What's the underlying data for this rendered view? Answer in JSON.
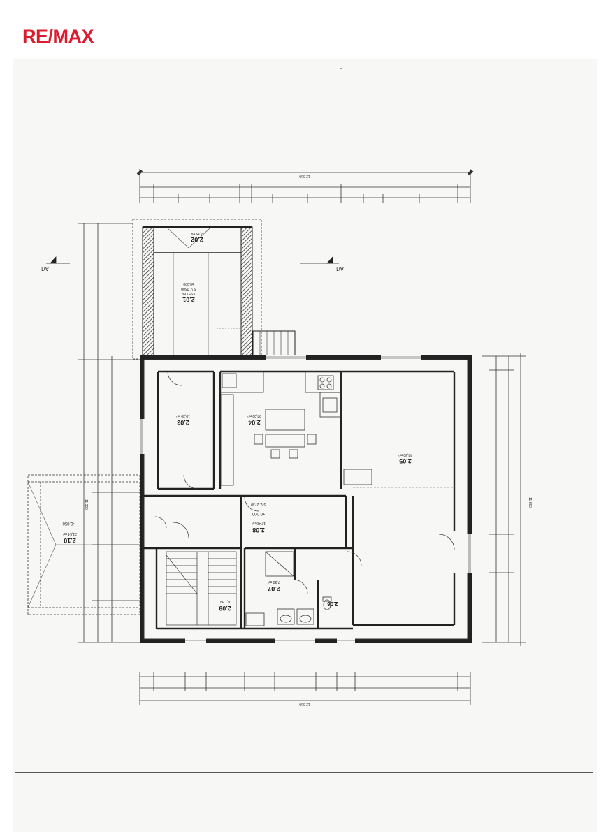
{
  "brand": {
    "logo_re": "RE",
    "logo_slash": "/",
    "logo_max": "MAX",
    "color": "#dc1c2e"
  },
  "rooms": [
    {
      "id": "2.01",
      "area": "13,57 m²",
      "note": "S.V. 2500",
      "level": "±0.000"
    },
    {
      "id": "2.02",
      "area": "2,35 m²"
    },
    {
      "id": "2.03",
      "area": "10,30 m²"
    },
    {
      "id": "2.04",
      "area": "22,09 m²"
    },
    {
      "id": "2.05",
      "area": "42,30 m²"
    },
    {
      "id": "2.06",
      "area": ""
    },
    {
      "id": "2.07",
      "area": "7,30 m²"
    },
    {
      "id": "2.08",
      "area": "17,46 m²",
      "note": "S.V. 2730",
      "level": "±0.000"
    },
    {
      "id": "2.09",
      "area": "8,1 m²"
    },
    {
      "id": "2.10",
      "area": "21,54 m²",
      "level": "-0.050"
    }
  ],
  "section_marks": [
    "A/1",
    "A/1"
  ],
  "dimensions": {
    "top_total": "12 650",
    "bottom_total": "12 650",
    "right_total": "11 850",
    "left_total": "11 300"
  }
}
